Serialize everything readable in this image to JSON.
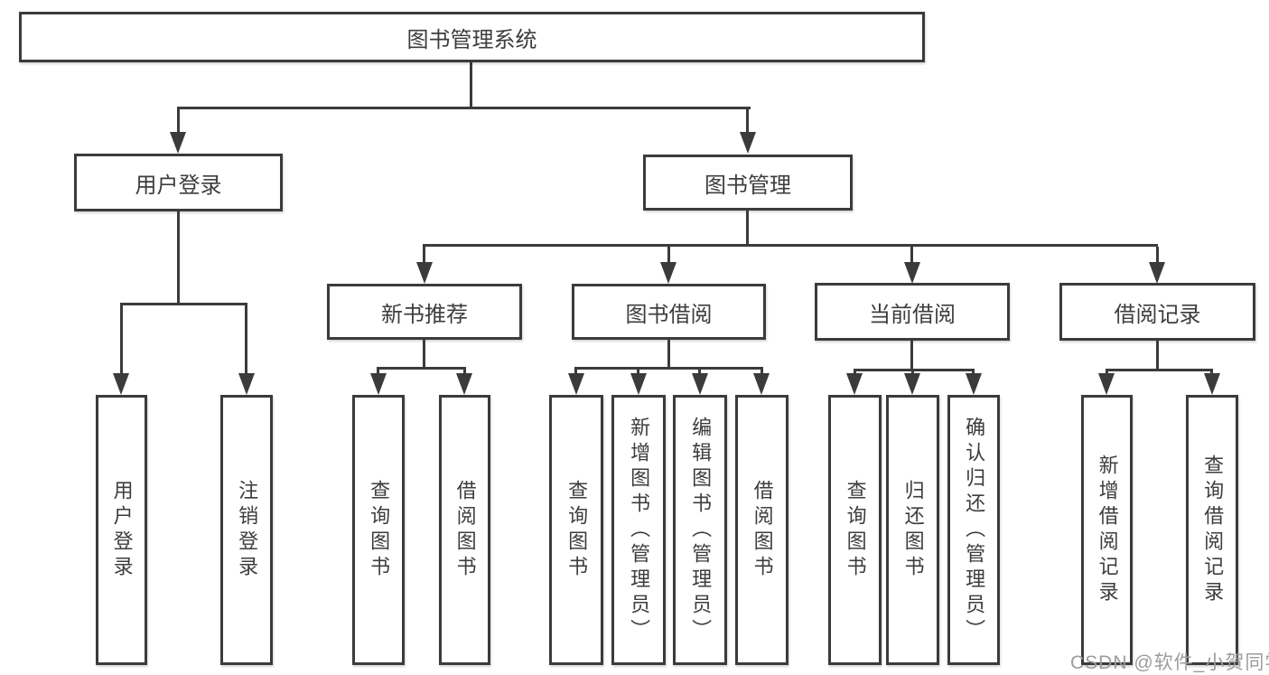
{
  "tree": {
    "label": "图书管理系统",
    "children": [
      {
        "label": "用户登录",
        "children": [
          {
            "label": "用户登录"
          },
          {
            "label": "注销登录"
          }
        ]
      },
      {
        "label": "图书管理",
        "children": [
          {
            "label": "新书推荐",
            "children": [
              {
                "label": "查询图书"
              },
              {
                "label": "借阅图书"
              }
            ]
          },
          {
            "label": "图书借阅",
            "children": [
              {
                "label": "查询图书"
              },
              {
                "label": "新增图书（管理员）"
              },
              {
                "label": "编辑图书（管理员）"
              },
              {
                "label": "借阅图书"
              }
            ]
          },
          {
            "label": "当前借阅",
            "children": [
              {
                "label": "查询图书"
              },
              {
                "label": "归还图书"
              },
              {
                "label": "确认归还（管理员）"
              }
            ]
          },
          {
            "label": "借阅记录",
            "children": [
              {
                "label": "新增借阅记录"
              },
              {
                "label": "查询借阅记录"
              }
            ]
          }
        ]
      }
    ]
  },
  "watermark": {
    "text": "CSDN @软件_小贺同学"
  },
  "colors": {
    "line": "#3b3b3b",
    "text": "#3d3d3d",
    "background": "#ffffff",
    "watermark": "#9c9c9c"
  }
}
